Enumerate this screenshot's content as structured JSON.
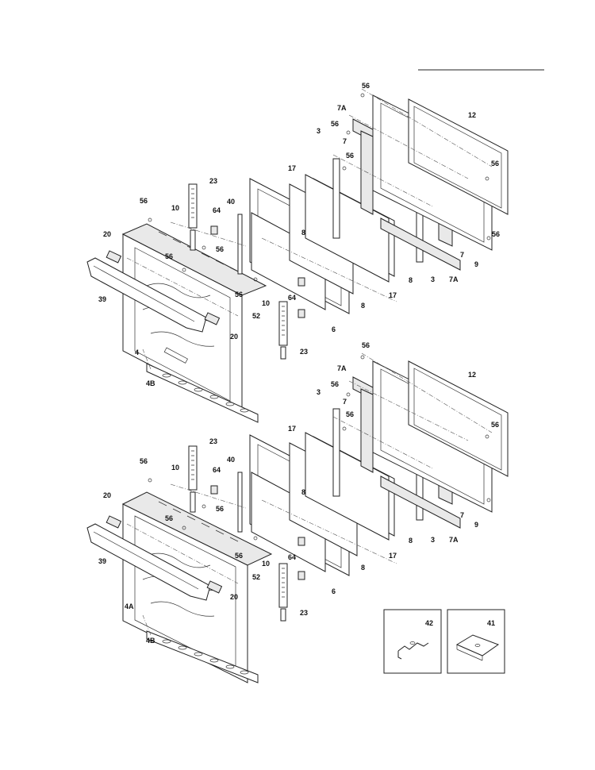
{
  "page_rule": "",
  "upper_door": {
    "labels": [
      "56",
      "7A",
      "12",
      "56",
      "7",
      "56",
      "3",
      "17",
      "56",
      "23",
      "40",
      "56",
      "10",
      "64",
      "20",
      "8",
      "56",
      "56",
      "39",
      "56",
      "10",
      "52",
      "64",
      "8",
      "17",
      "8",
      "3",
      "7A",
      "9",
      "7",
      "56",
      "6",
      "20",
      "4",
      "23",
      "4B"
    ]
  },
  "lower_door": {
    "labels": [
      "56",
      "7A",
      "12",
      "56",
      "7",
      "56",
      "3",
      "17",
      "23",
      "40",
      "56",
      "10",
      "64",
      "20",
      "8",
      "56",
      "56",
      "39",
      "56",
      "10",
      "52",
      "64",
      "8",
      "17",
      "8",
      "3",
      "7A",
      "9",
      "7",
      "56",
      "6",
      "20",
      "4A",
      "23",
      "4B"
    ]
  },
  "inset_boxes": [
    {
      "part": "42",
      "icon": "bracket-icon"
    },
    {
      "part": "41",
      "icon": "clip-icon"
    }
  ]
}
